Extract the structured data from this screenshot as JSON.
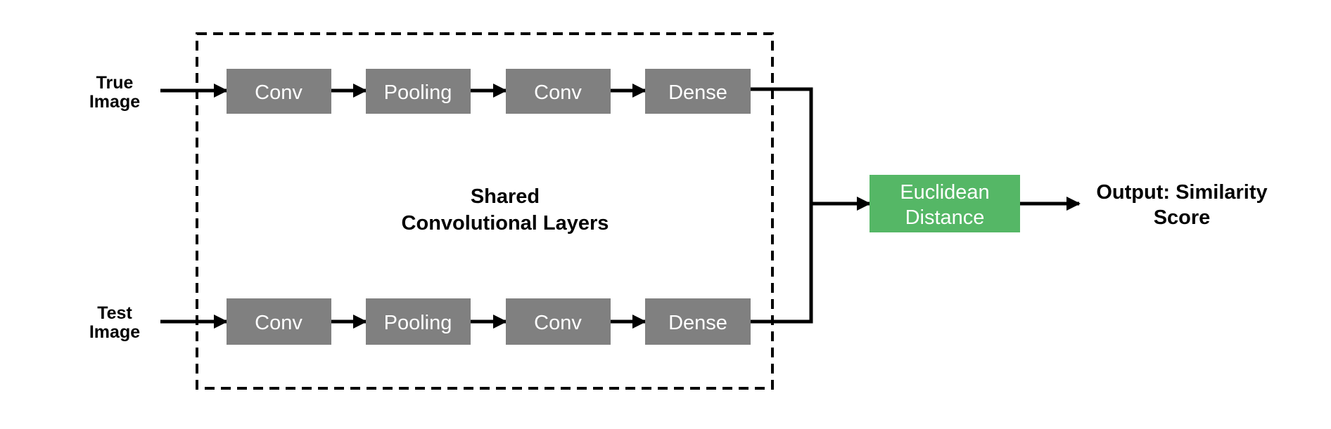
{
  "inputs": {
    "top": {
      "line1": "True",
      "line2": "Image"
    },
    "bottom": {
      "line1": "Test",
      "line2": "Image"
    }
  },
  "top_branch": {
    "blocks": [
      "Conv",
      "Pooling",
      "Conv",
      "Dense"
    ]
  },
  "bottom_branch": {
    "blocks": [
      "Conv",
      "Pooling",
      "Conv",
      "Dense"
    ]
  },
  "shared_label": {
    "line1": "Shared",
    "line2": "Convolutional Layers"
  },
  "distance_block": {
    "line1": "Euclidean",
    "line2": "Distance"
  },
  "output_label": {
    "line1": "Output: Similarity",
    "line2": "Score"
  },
  "colors": {
    "block_fill": "#808080",
    "distance_fill": "#55b766",
    "line": "#000000",
    "text_on_block": "#ffffff"
  }
}
